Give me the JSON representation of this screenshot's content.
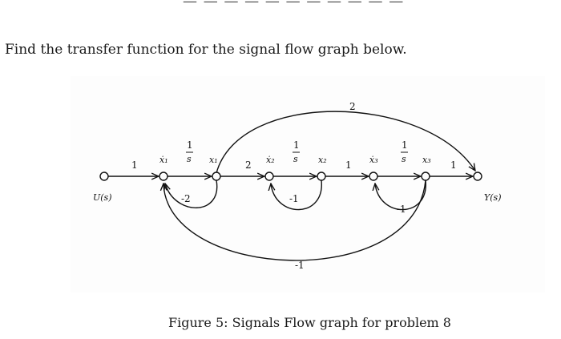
{
  "header_cut": "— — — — — — — — — — — —",
  "question": "Find the transfer function for the signal flow graph below.",
  "caption": "Figure 5: Signals Flow graph for problem 8",
  "graph": {
    "input_label": "U(s)",
    "output_label": "Y(s)",
    "branch_gains": {
      "u_to_x1dot": "1",
      "integrator_1": "1/s",
      "x1_to_x2dot": "2",
      "integrator_2": "1/s",
      "x2_to_x3dot": "1",
      "integrator_3": "1/s",
      "x3_to_y": "1",
      "feedforward_top": "2",
      "feedback_x1": "-2",
      "feedback_x2": "-1",
      "feedback_x3": "-1",
      "feedback_outer": "-1"
    },
    "node_labels": {
      "x1dot": "ẋ₁",
      "x1": "x₁",
      "x2dot": "ẋ₂",
      "x2": "x₂",
      "x3dot": "ẋ₃",
      "x3": "x₃"
    },
    "fraction": {
      "num": "1",
      "den": "s"
    }
  }
}
